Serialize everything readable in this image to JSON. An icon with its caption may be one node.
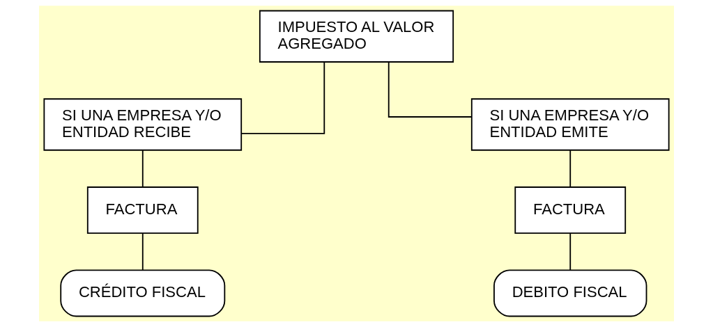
{
  "diagram": {
    "nodes": [
      {
        "text": [
          "IMPUESTO AL VALOR AGREGADO"
        ]
      },
      {
        "text": [
          "SI UNA EMPRESA Y/O ENTIDAD RECIBE"
        ]
      },
      {
        "text": [
          "SI UNA EMPRESA Y/O ENTIDAD EMITE"
        ]
      },
      {
        "text": [
          "FACTURA"
        ]
      },
      {
        "text": [
          "FACTURA"
        ]
      },
      {
        "text": [
          "CRÉDITO FISCAL"
        ]
      },
      {
        "text": [
          "DEBITO FISCAL"
        ]
      }
    ],
    "edges": [
      {
        "from": 0,
        "to": 1,
        "arrow": "none"
      },
      {
        "from": 0,
        "to": 2,
        "arrow": "none"
      },
      {
        "from": 1,
        "to": 3,
        "arrow": "none"
      },
      {
        "from": 2,
        "to": 4,
        "arrow": "none"
      },
      {
        "from": 3,
        "to": 5,
        "arrow": "none"
      },
      {
        "from": 4,
        "to": 6,
        "arrow": "none"
      }
    ]
  }
}
